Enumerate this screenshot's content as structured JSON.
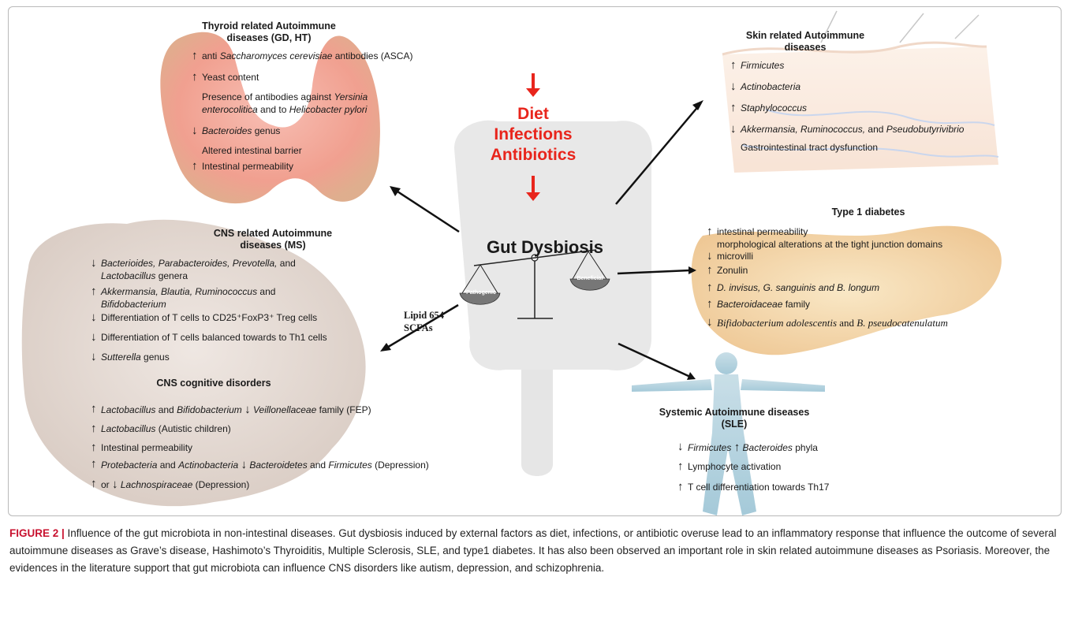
{
  "figure": {
    "factors": [
      "Diet",
      "Infections",
      "Antibiotics"
    ],
    "center_title": "Gut Dysbiosis",
    "scale_left": "Pathogenic",
    "scale_right": "Beneficial",
    "lipid_label_line1": "Lipid 654",
    "lipid_label_line2": "SCFAs",
    "colors": {
      "factor_red": "#e8251c",
      "caption_red": "#c8102e",
      "arrow": "#111111"
    },
    "thyroid": {
      "title_line1": "Thyroid related Autoimmune",
      "title_line2": "diseases (GD, HT)",
      "items": [
        {
          "arrow": "↑",
          "pre": "anti ",
          "italic": "Saccharomyces cerevisiae",
          "post": " antibodies (ASCA)"
        },
        {
          "arrow": "↑",
          "pre": "Yeast content",
          "italic": "",
          "post": ""
        },
        {
          "arrow": "",
          "pre": "Presence of antibodies against ",
          "italic": "Yersinia",
          "post": ""
        },
        {
          "arrow": "",
          "pre": "",
          "italic": "enterocolitica",
          "post": " and to ",
          "italic2": "Helicobacter pylori"
        },
        {
          "arrow": "↓",
          "pre": "",
          "italic": "Bacteroides",
          "post": " genus"
        },
        {
          "arrow": "",
          "pre": "Altered  intestinal barrier",
          "italic": "",
          "post": ""
        },
        {
          "arrow": "↑",
          "pre": "Intestinal permeability",
          "italic": "",
          "post": ""
        }
      ]
    },
    "skin": {
      "title_line1": "Skin related Autoimmune",
      "title_line2": "diseases",
      "items": [
        {
          "arrow": "↑",
          "italic": "Firmicutes",
          "post": ""
        },
        {
          "arrow": "↓",
          "italic": "Actinobacteria",
          "post": ""
        },
        {
          "arrow": "↑",
          "italic": "Staphylococcus",
          "post": ""
        },
        {
          "arrow": "↓",
          "italic": "Akkermansia, Ruminococcus,",
          "post": " and ",
          "italic2": "Pseudobutyrivibrio"
        },
        {
          "arrow": "",
          "pre": "Gastrointestinal tract dysfunction",
          "italic": "",
          "post": ""
        }
      ]
    },
    "cns": {
      "title_line1": "CNS related Autoimmune",
      "title_line2": "diseases (MS)",
      "items": [
        {
          "arrow": "↓",
          "italic": "Bacterioides, Parabacteroides, Prevotella,",
          "post": " and"
        },
        {
          "arrow": "",
          "italic": "Lactobacillus",
          "post": " genera"
        },
        {
          "arrow": "↑",
          "italic": "Akkermansia, Blautia, Ruminococcus",
          "post": " and"
        },
        {
          "arrow": "",
          "italic": "Bifidobacterium",
          "post": ""
        },
        {
          "arrow": "↓",
          "pre": "Differentiation of T cells to CD25⁺FoxP3⁺ Treg cells",
          "italic": "",
          "post": ""
        },
        {
          "arrow": "↓",
          "pre": "Differentiation of T cells balanced towards to Th1 cells",
          "italic": "",
          "post": ""
        },
        {
          "arrow": "↓",
          "italic": "Sutterella",
          "post": " genus"
        }
      ],
      "cognitive_title": "CNS cognitive disorders",
      "cognitive_items": [
        {
          "arrow": "↑",
          "italic": "Lactobacillus",
          "post": " and ",
          "italic2": "Bifidobacterium",
          "arrow2": "↓",
          "italic3": "Veillonellaceae",
          "post3": " family (FEP)"
        },
        {
          "arrow": "↑",
          "italic": "Lactobacillus",
          "post": " (Autistic children)"
        },
        {
          "arrow": "↑",
          "pre": "Intestinal permeability",
          "italic": "",
          "post": ""
        },
        {
          "arrow": "↑",
          "italic": "Protebacteria",
          "post": " and ",
          "italic2": "Actinobacteria",
          "arrow2": "↓",
          "italic3": "Bacteroidetes",
          "post3": " and ",
          "italic4": "Firmicutes",
          "post4": " (Depression)"
        },
        {
          "arrow": "↑",
          "pre": " or ",
          "arrow_mid": "↓",
          "italic": "Lachnospiraceae",
          "post": " (Depression)"
        }
      ]
    },
    "t1d": {
      "title": "Type 1 diabetes",
      "items": [
        {
          "arrow": "↑",
          "pre": "intestinal permeability",
          "italic": "",
          "post": ""
        },
        {
          "arrow": "",
          "pre": "morphological alterations at the tight junction domains",
          "italic": "",
          "post": ""
        },
        {
          "arrow": "↓",
          "pre": "microvilli",
          "italic": "",
          "post": ""
        },
        {
          "arrow": "↑",
          "pre": "Zonulin",
          "italic": "",
          "post": ""
        },
        {
          "arrow": "↑",
          "italic": "D. invisus, G. sanguinis and B. longum",
          "post": ""
        },
        {
          "arrow": "↑",
          "italic": "Bacteroidaceae",
          "post": " family"
        },
        {
          "arrow": "↓",
          "italic": "Bifidobacterium adolescentis",
          "post": " and ",
          "italic2": "B. pseudocatenulatum"
        }
      ]
    },
    "sle": {
      "title_line1": "Systemic Autoimmune diseases",
      "title_line2": "(SLE)",
      "items": [
        {
          "arrow": "↓",
          "italic": "Firmicutes",
          "arrow2": "↑",
          "italic2": "Bacteroides",
          "post2": " phyla"
        },
        {
          "arrow": "↑",
          "pre": "Lymphocyte activation",
          "italic": "",
          "post": ""
        },
        {
          "arrow": "↑",
          "pre": "T cell differentiation towards Th17",
          "italic": "",
          "post": ""
        }
      ]
    }
  },
  "caption": {
    "label": "FIGURE 2 |",
    "text": " Influence of the gut microbiota in non-intestinal diseases. Gut dysbiosis induced by external factors as diet, infections, or antibiotic overuse lead to an inflammatory response that influence the outcome of several autoimmune diseases as Grave’s disease, Hashimoto’s Thyroiditis, Multiple Sclerosis, SLE, and type1 diabetes. It has also been observed an important role in skin related autoimmune diseases as Psoriasis. Moreover, the evidences in the literature support that gut microbiota can influence CNS disorders like autism, depression, and schizophrenia."
  }
}
